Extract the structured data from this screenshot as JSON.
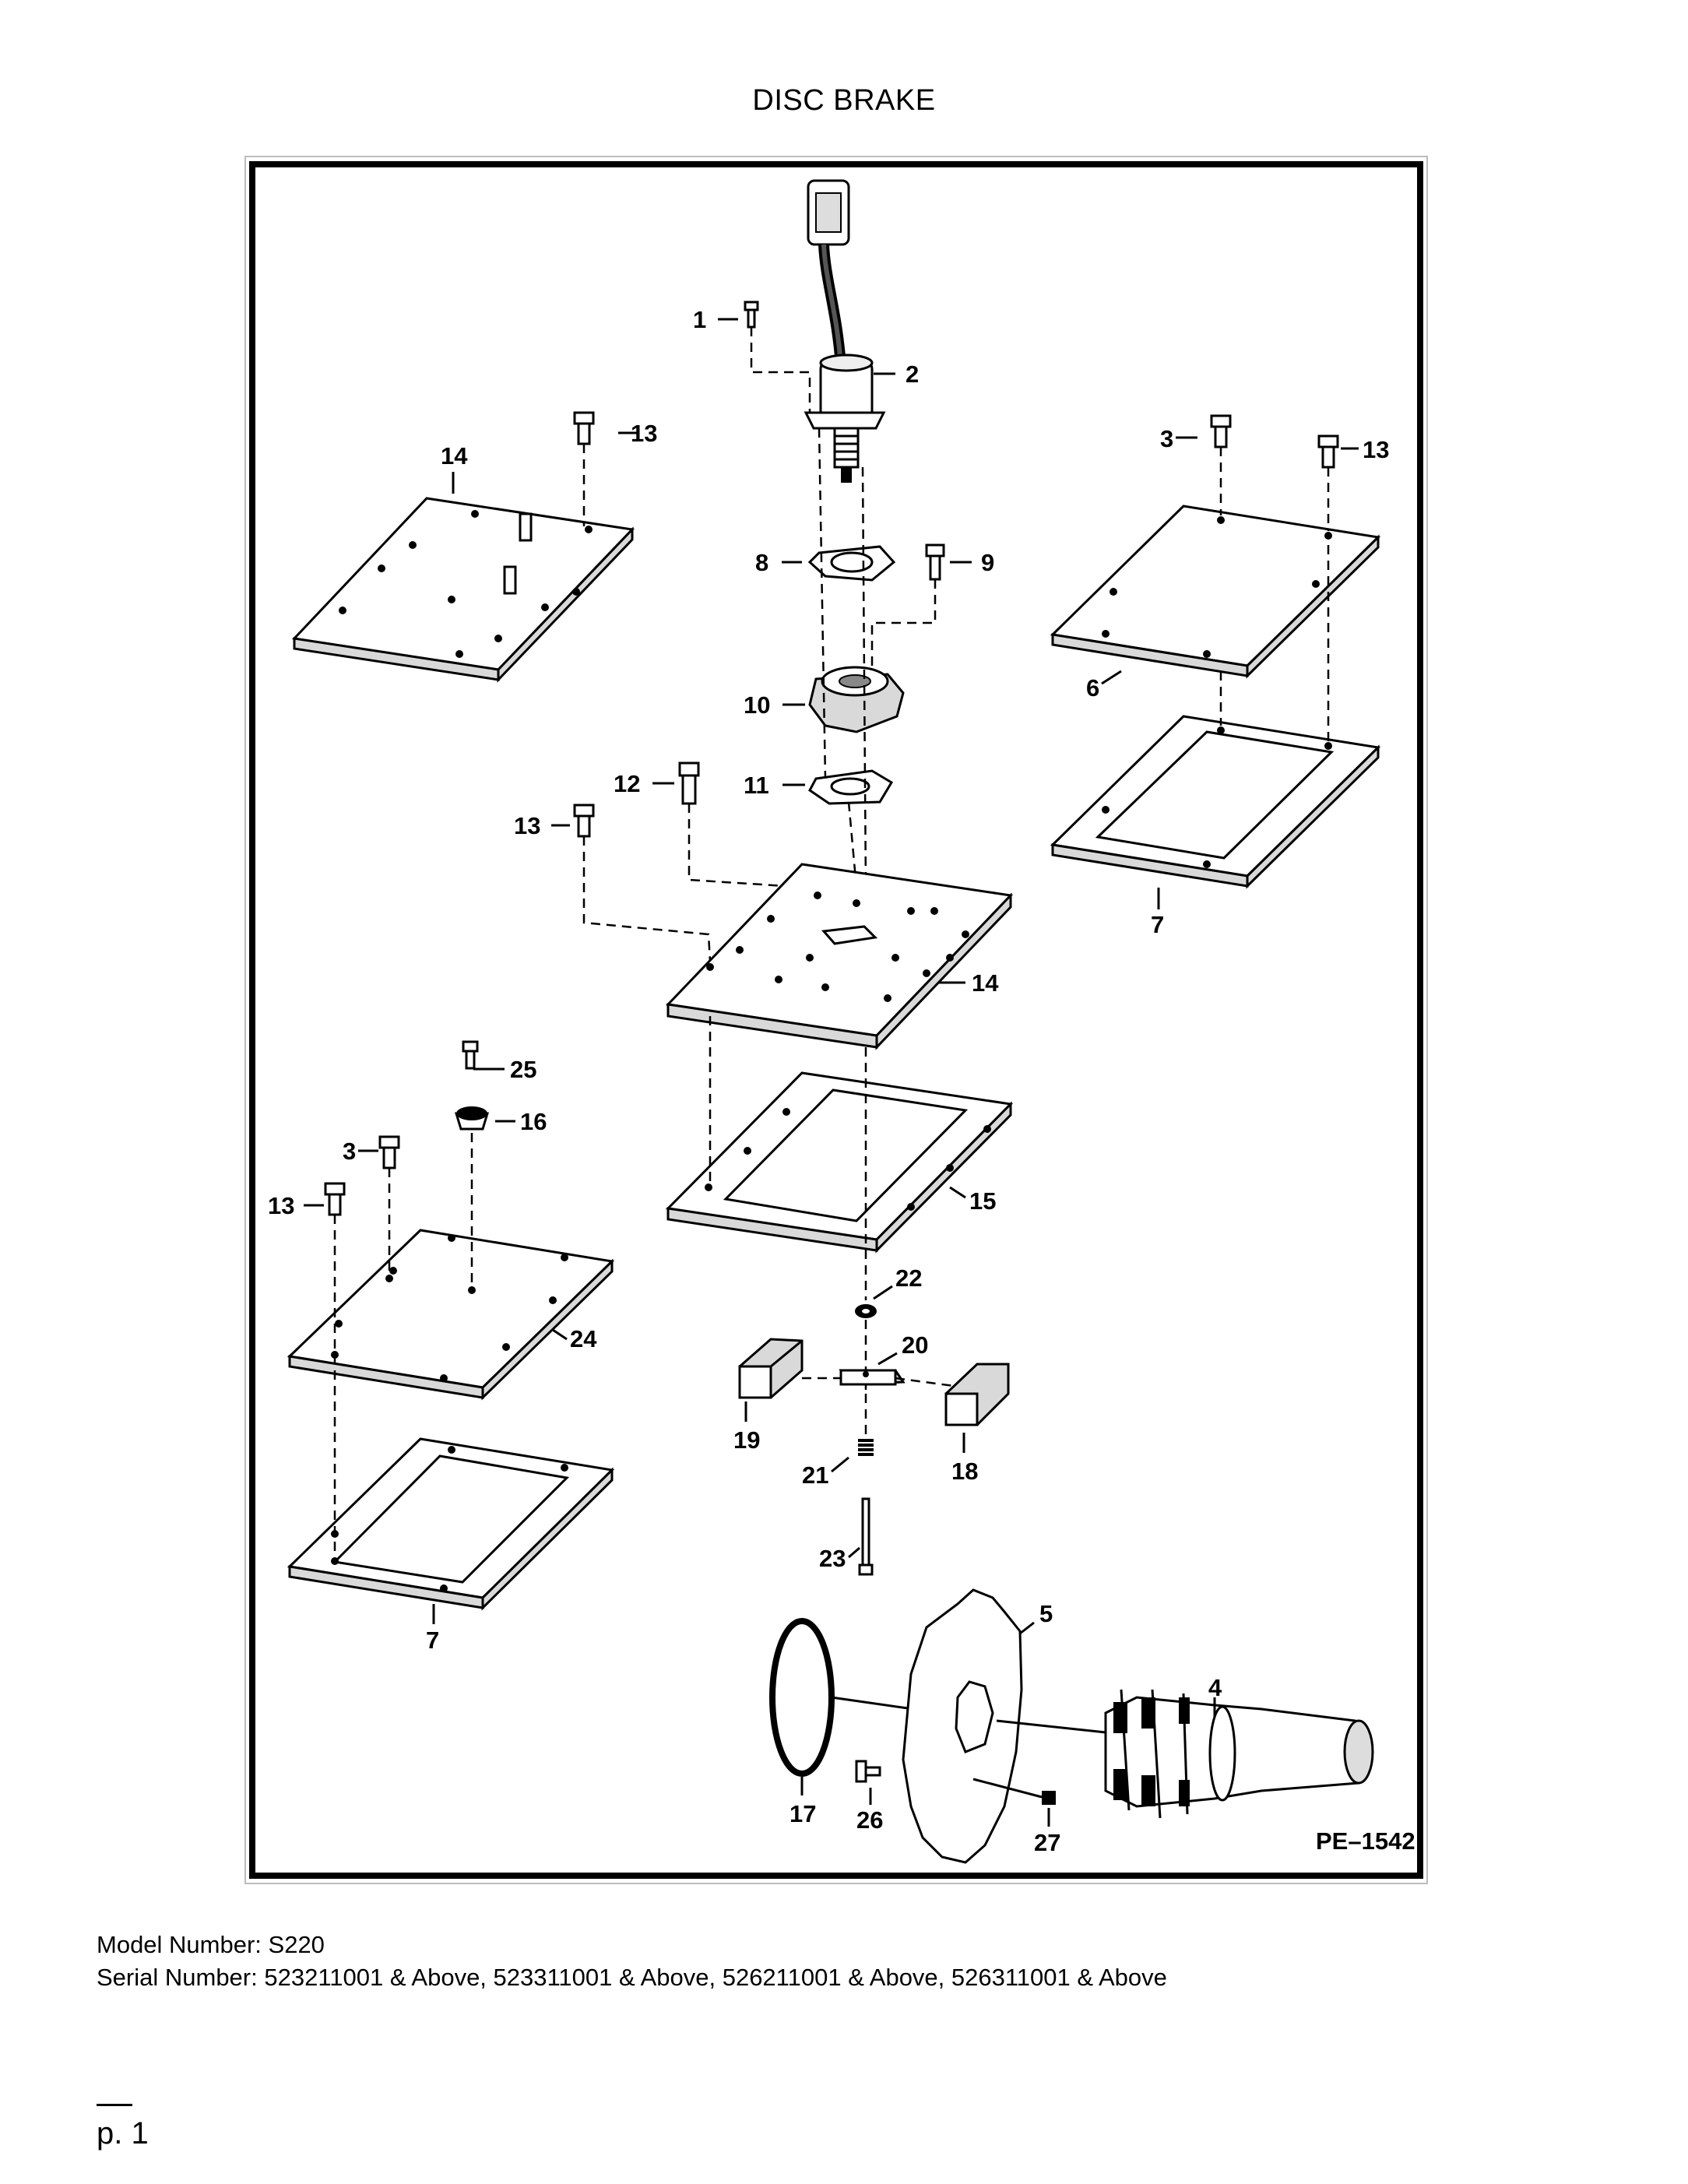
{
  "page": {
    "title": "DISC BRAKE",
    "model_line": "Model Number: S220",
    "serial_line": "Serial Number: 523211001 & Above, 523311001 & Above, 526211001 & Above, 526311001 & Above",
    "page_number": "p. 1"
  },
  "diagram": {
    "reference": "PE–1542",
    "callouts": {
      "c1": "1",
      "c2": "2",
      "c3a": "3",
      "c3b": "3",
      "c4": "4",
      "c5": "5",
      "c6": "6",
      "c7a": "7",
      "c7b": "7",
      "c8": "8",
      "c9": "9",
      "c10": "10",
      "c11": "11",
      "c12": "12",
      "c13a": "13",
      "c13b": "13",
      "c13c": "13",
      "c13d": "13",
      "c14a": "14",
      "c14b": "14",
      "c15": "15",
      "c16": "16",
      "c17": "17",
      "c18": "18",
      "c19": "19",
      "c20": "20",
      "c21": "21",
      "c22": "22",
      "c23": "23",
      "c24": "24",
      "c25": "25",
      "c26": "26",
      "c27": "27"
    }
  }
}
